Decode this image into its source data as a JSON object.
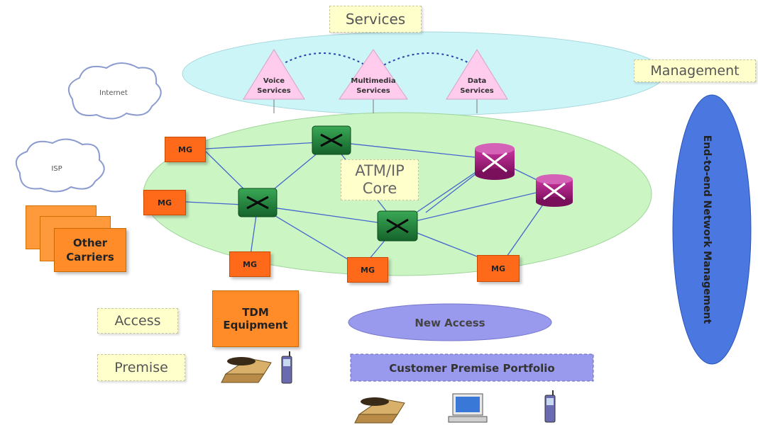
{
  "services": {
    "title": "Services",
    "items": [
      {
        "line1": "Voice",
        "line2": "Services"
      },
      {
        "line1": "Multimedia",
        "line2": "Services"
      },
      {
        "line1": "Data",
        "line2": "Services"
      }
    ]
  },
  "management": {
    "title": "Management",
    "vertical_label": "End-to-end Network Management"
  },
  "clouds": {
    "internet": "Internet",
    "isp": "ISP"
  },
  "other_carriers": {
    "line1": "Other",
    "line2": "Carriers"
  },
  "core": {
    "line1": "ATM/IP",
    "line2": "Core"
  },
  "media_gateway_label": "MG",
  "tdm": {
    "line1": "TDM",
    "line2": "Equipment"
  },
  "access_label": "Access",
  "premise_label": "Premise",
  "new_access_label": "New Access",
  "customer_premise_label": "Customer Premise Portfolio",
  "colors": {
    "services_ellipse": "#ccf5f8",
    "core_ellipse": "#ccf5c4",
    "media_gateway": "#ff6a1a",
    "switch_green": "#1f8a3a",
    "router_purple": "#a0157a",
    "link_blue": "#4466cc",
    "management_ellipse": "#4a78e0",
    "new_access": "#9999ee",
    "service_triangle": "#ffccee"
  }
}
